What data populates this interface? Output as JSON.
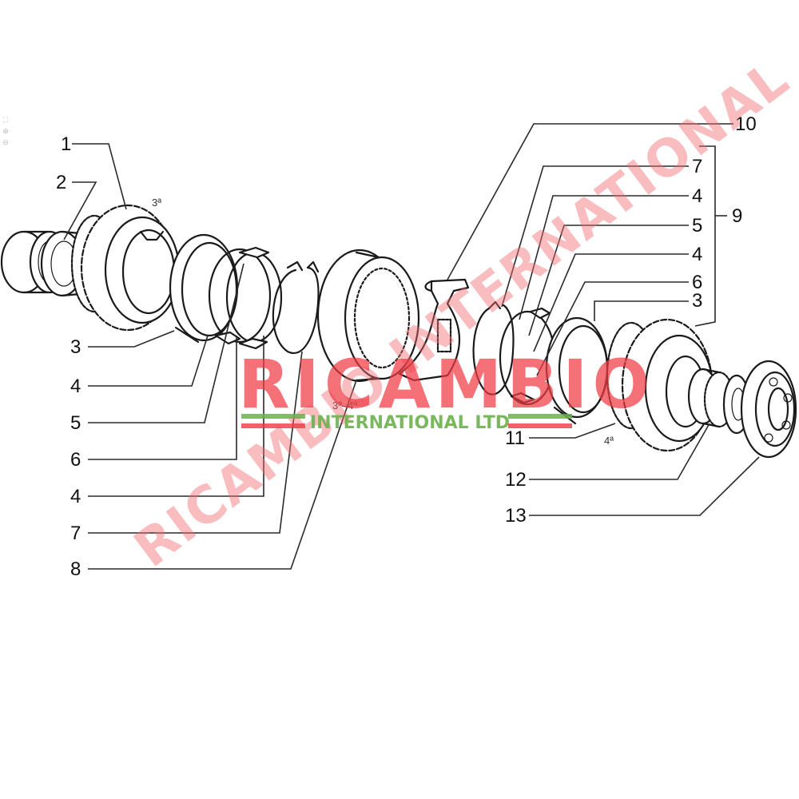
{
  "viewer_tools": [
    {
      "icon": "fit-page-icon",
      "glyph": "⛶"
    },
    {
      "icon": "zoom-in-icon",
      "glyph": "⊕"
    },
    {
      "icon": "zoom-out-icon",
      "glyph": "⊖"
    }
  ],
  "callouts": {
    "left": [
      {
        "id": "c1",
        "label": "1"
      },
      {
        "id": "c2",
        "label": "2"
      },
      {
        "id": "c3",
        "label": "3"
      },
      {
        "id": "c4a",
        "label": "4"
      },
      {
        "id": "c5",
        "label": "5"
      },
      {
        "id": "c6",
        "label": "6"
      },
      {
        "id": "c4b",
        "label": "4"
      },
      {
        "id": "c7",
        "label": "7"
      },
      {
        "id": "c8",
        "label": "8"
      }
    ],
    "right": [
      {
        "id": "c10",
        "label": "10"
      },
      {
        "id": "c7r",
        "label": "7"
      },
      {
        "id": "c4r1",
        "label": "4"
      },
      {
        "id": "c5r",
        "label": "5"
      },
      {
        "id": "c4r2",
        "label": "4"
      },
      {
        "id": "c6r",
        "label": "6"
      },
      {
        "id": "c3r",
        "label": "3"
      },
      {
        "id": "c9",
        "label": "9"
      },
      {
        "id": "c11",
        "label": "11"
      },
      {
        "id": "c12",
        "label": "12"
      },
      {
        "id": "c13",
        "label": "13"
      }
    ]
  },
  "gear_notes": {
    "third_gear": "3ª",
    "third_fourth_sleeve": "3ª–4ª",
    "fourth_gear": "4ª"
  },
  "watermark": {
    "brand": "RICAMBIO",
    "subtitle": "INTERNATIONAL LTD",
    "diagonal": "RICAMBIO INTERNATIONAL",
    "colors": {
      "red": "#ee3a42",
      "green": "#6ab04c"
    }
  }
}
